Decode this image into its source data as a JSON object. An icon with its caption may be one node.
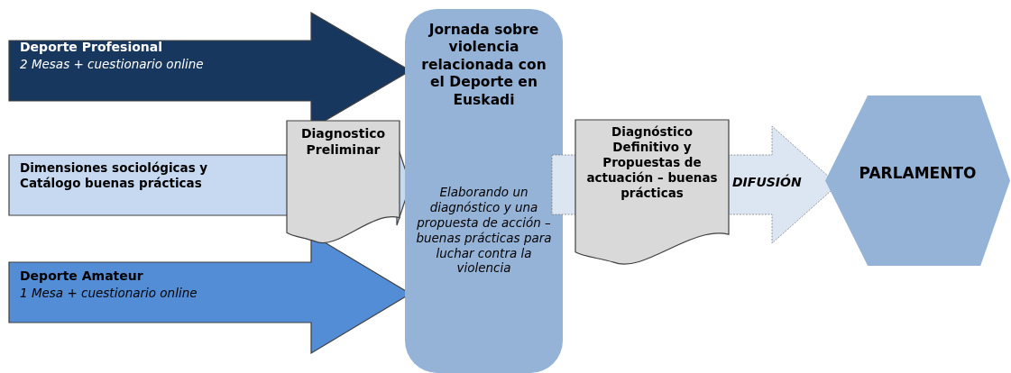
{
  "diagram": {
    "nodes": [
      {
        "text": [
          "Deporte Profesional",
          "2 Mesas + cuestionario online"
        ]
      },
      {
        "text": [
          "Dimensiones sociológicas y Catálogo buenas prácticas"
        ]
      },
      {
        "text": [
          "Deporte Amateur",
          "1 Mesa + cuestionario online"
        ]
      },
      {
        "text": [
          "Diagnostico Preliminar"
        ]
      },
      {
        "text": [
          "Jornada sobre violencia relacionada con el Deporte en Euskadi",
          "Elaborando un diagnóstico y una propuesta de acción – buenas prácticas para luchar contra la violencia"
        ]
      },
      {
        "text": [
          "**Diagnóstico Definitivo y Propuestas de actuación** – buenas prácticas"
        ]
      },
      {
        "text": [
          "PARLAMENTO"
        ]
      }
    ],
    "edges": [
      {
        "from": 4,
        "to": 5,
        "arrow": "none",
        "style": "thick",
        "color": "#dce6f2"
      },
      {
        "from": 5,
        "to": 6,
        "arrow": "to",
        "label": "DIFUSIÓN",
        "style": "thick",
        "color": "#dce6f2"
      }
    ]
  }
}
